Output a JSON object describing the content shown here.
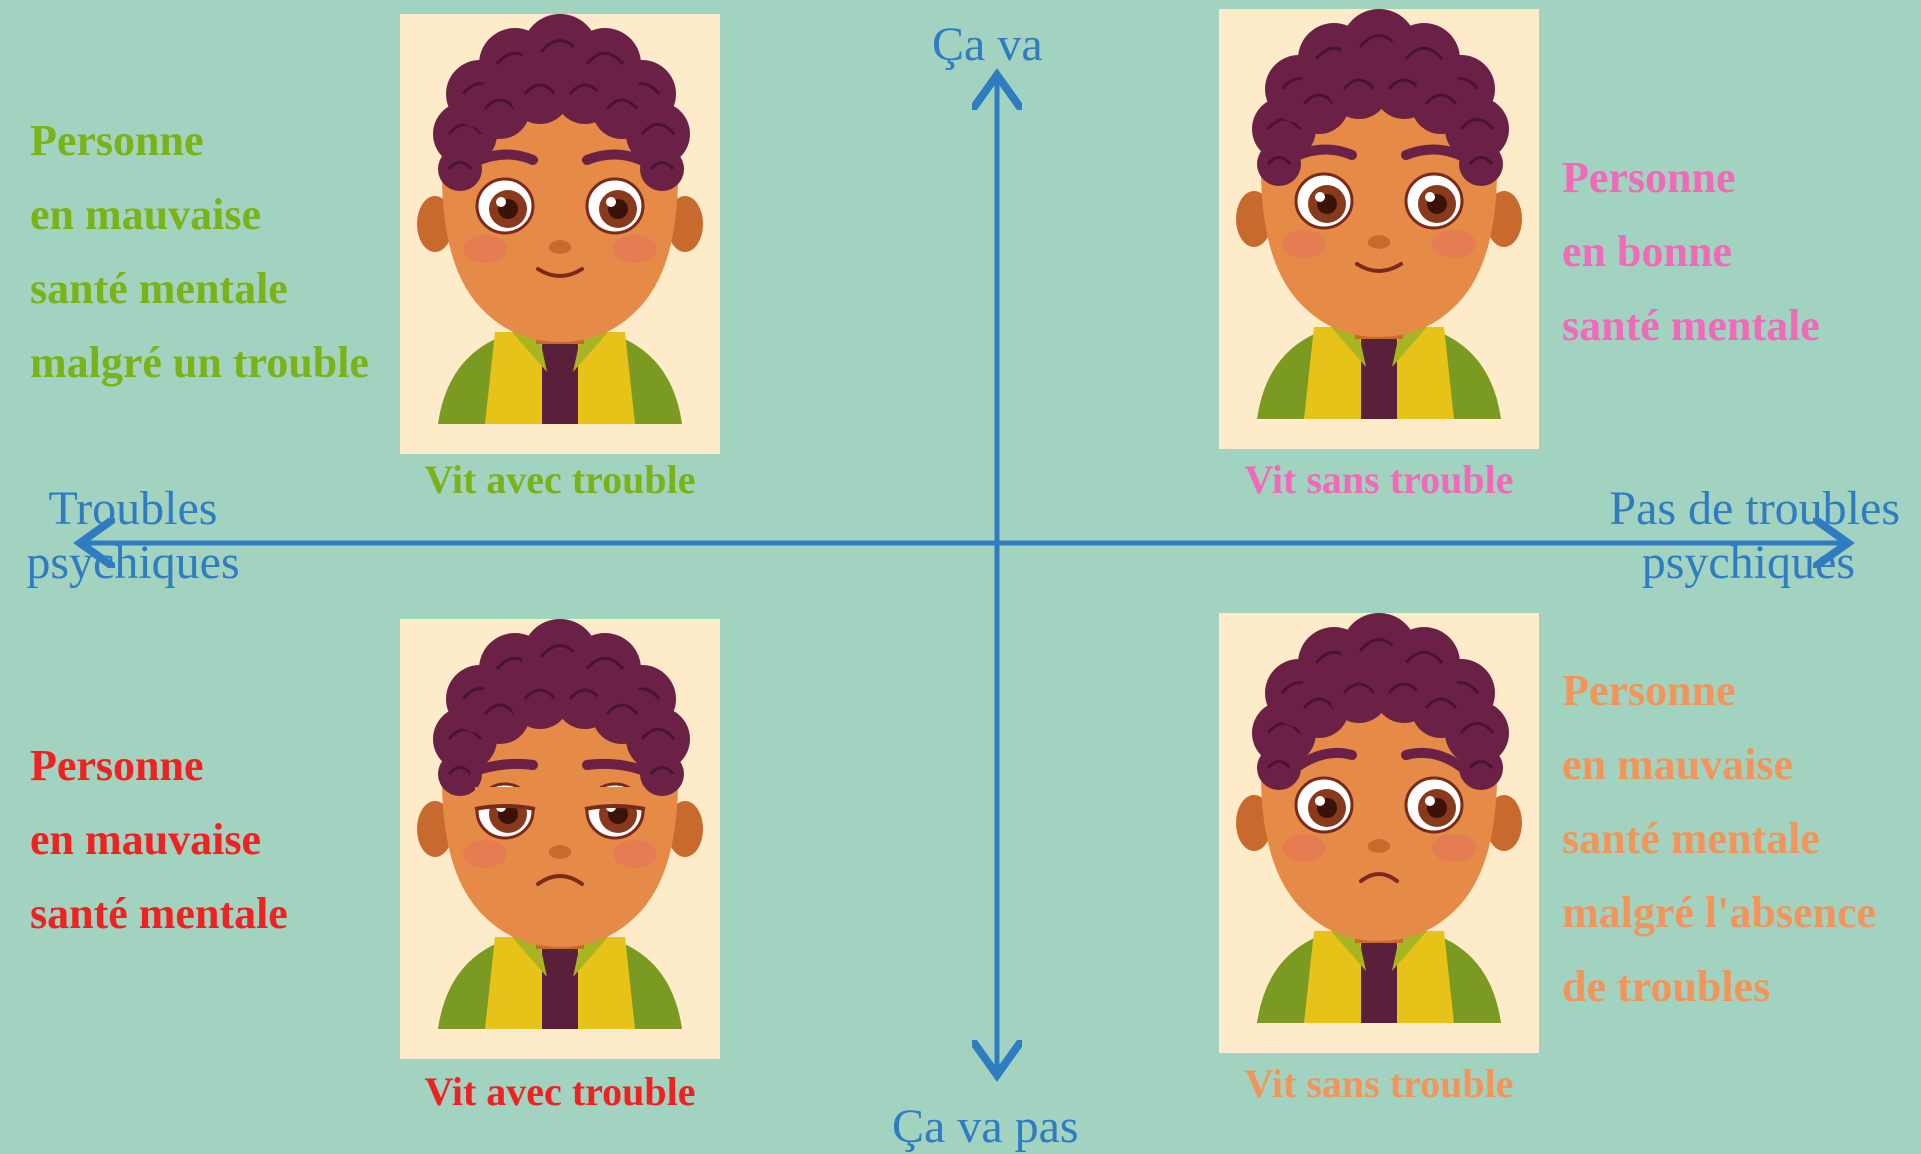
{
  "colors": {
    "background": "#a2d3c0",
    "axis": "#2f7cc1",
    "green": "#7ab317",
    "pink": "#f06ab8",
    "red": "#ef2121",
    "orange": "#f3955a",
    "card": "#fdebc9"
  },
  "axes": {
    "top": "Ça va",
    "bottom": "Ça va pas",
    "left_line1": "Troubles",
    "left_line2": "psychiques",
    "right_line1": "Pas de troubles",
    "right_line2": "psychiques"
  },
  "quadrants": {
    "top_left": {
      "lines": [
        "Personne",
        "en mauvaise",
        "santé mentale",
        "malgré un trouble"
      ],
      "caption": "Vit avec trouble",
      "face": "happy"
    },
    "top_right": {
      "lines": [
        "Personne",
        "en bonne",
        "santé mentale"
      ],
      "caption": "Vit sans trouble",
      "face": "happy"
    },
    "bottom_left": {
      "lines": [
        "Personne",
        "en mauvaise",
        "santé mentale"
      ],
      "caption": "Vit avec trouble",
      "face": "sad"
    },
    "bottom_right": {
      "lines": [
        "Personne",
        "en mauvaise",
        "santé mentale",
        "malgré l'absence",
        "de troubles"
      ],
      "caption": "Vit sans trouble",
      "face": "worried"
    }
  }
}
